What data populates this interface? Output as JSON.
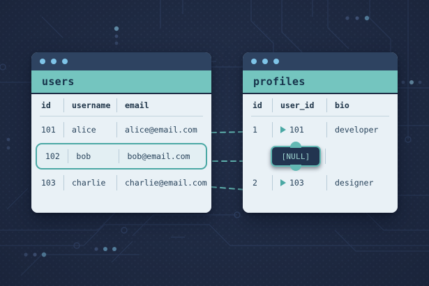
{
  "background": {
    "color": "#222e47",
    "accent_dot_color": "#7fc4e8",
    "circuit_line_color": "#33456a",
    "theme": "circuit-board-dark"
  },
  "palette": {
    "card_bg": "#e9f1f6",
    "titlebar": "#2e4361",
    "header_teal": "#74c5bf",
    "accent_teal": "#4aa8a4",
    "text_dark": "#27425a",
    "null_badge_bg": "#223450",
    "null_badge_border": "#63b9b4"
  },
  "users_window": {
    "title": "users",
    "dots": [
      "window-dot",
      "window-dot",
      "window-dot"
    ],
    "columns": [
      "id",
      "username",
      "email"
    ],
    "rows": [
      {
        "id": "101",
        "username": "alice",
        "email": "alice@email.com",
        "highlighted": false
      },
      {
        "id": "102",
        "username": "bob",
        "email": "bob@email.com",
        "highlighted": true
      },
      {
        "id": "103",
        "username": "charlie",
        "email": "charlie@email.com",
        "highlighted": false
      }
    ]
  },
  "profiles_window": {
    "title": "profiles",
    "dots": [
      "window-dot",
      "window-dot",
      "window-dot"
    ],
    "columns": [
      "id",
      "user_id",
      "bio"
    ],
    "rows": [
      {
        "id": "1",
        "user_id": "101",
        "bio": "developer",
        "is_null": false
      },
      {
        "id": "",
        "user_id": "[NULL]",
        "bio": "",
        "is_null": true
      },
      {
        "id": "2",
        "user_id": "103",
        "bio": "designer",
        "is_null": false
      }
    ]
  },
  "connections": [
    {
      "from": "users.101",
      "to": "profiles.1",
      "style": "dashed"
    },
    {
      "from": "users.102",
      "to": "profiles.null",
      "style": "dashed"
    },
    {
      "from": "users.103",
      "to": "profiles.2",
      "style": "dashed"
    }
  ]
}
